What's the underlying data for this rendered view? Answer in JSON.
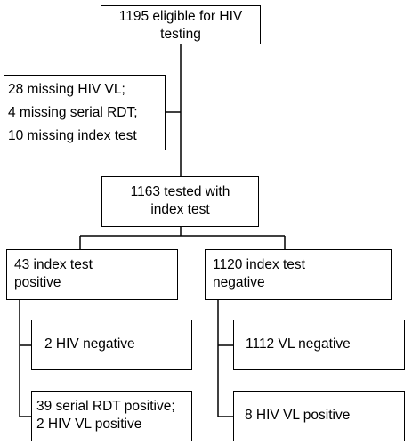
{
  "boxes": {
    "eligible": [
      "1195 eligible for HIV",
      "testing"
    ],
    "missing": [
      "28 missing HIV VL;",
      "4 missing serial RDT;",
      "10 missing index test"
    ],
    "tested": [
      "1163 tested with",
      "index test"
    ],
    "positive": [
      "43 index test",
      "positive"
    ],
    "negative": [
      "1120 index test",
      "negative"
    ],
    "hiv_negative": [
      "2 HIV negative"
    ],
    "serial_rdt": [
      "39 serial RDT positive;",
      "2 HIV VL positive"
    ],
    "vl_negative": [
      "1112 VL negative"
    ],
    "vl_positive": [
      "8 HIV VL positive"
    ]
  }
}
